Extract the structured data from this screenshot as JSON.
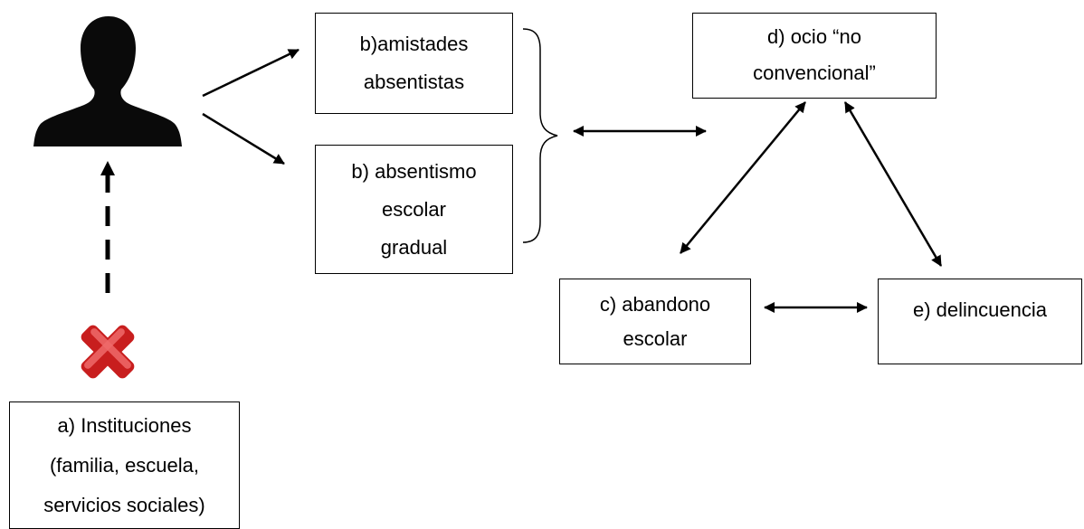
{
  "diagram": {
    "nodes": {
      "b_amistades": {
        "lines": [
          "b)amistades",
          "absentistas"
        ]
      },
      "b_absentismo": {
        "lines": [
          "b) absentismo",
          "escolar",
          "gradual"
        ]
      },
      "d_ocio": {
        "lines": [
          "d) ocio “no",
          "convencional”"
        ]
      },
      "c_abandono": {
        "lines": [
          "c) abandono",
          "escolar"
        ]
      },
      "e_delincuencia": {
        "lines": [
          "e) delincuencia"
        ]
      },
      "a_instituciones": {
        "lines": [
          "a) Instituciones",
          "(familia, escuela,",
          "servicios sociales)"
        ]
      }
    },
    "icons": {
      "person": "person-silhouette-icon",
      "blocked": "red-x-icon"
    },
    "colors": {
      "stroke": "#000000",
      "cross_fill": "#d42a2a",
      "cross_highlight": "#f07070"
    }
  }
}
